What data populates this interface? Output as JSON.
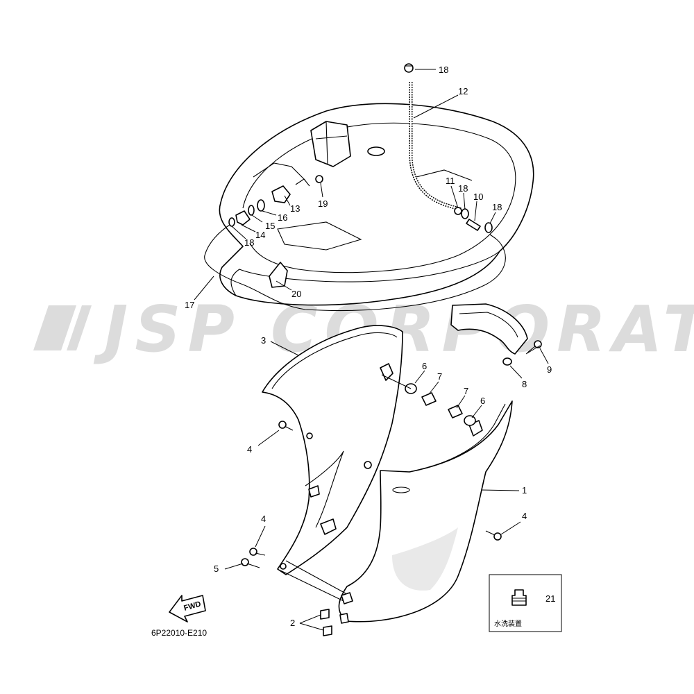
{
  "watermark": "JSP CORPORATION",
  "reference_code": "6P22010-E210",
  "fwd_label": "FWD",
  "legend_box": {
    "part_number": "21",
    "caption": "水洗装置"
  },
  "callouts": {
    "c1": "1",
    "c2": "2",
    "c3": "3",
    "c4a": "4",
    "c4b": "4",
    "c4c": "4",
    "c5": "5",
    "c6a": "6",
    "c6b": "6",
    "c7a": "7",
    "c7b": "7",
    "c8": "8",
    "c9": "9",
    "c10": "10",
    "c11": "11",
    "c12": "12",
    "c13": "13",
    "c14": "14",
    "c15": "15",
    "c16": "16",
    "c17": "17",
    "c18a": "18",
    "c18b": "18",
    "c18c": "18",
    "c18d": "18",
    "c19": "19",
    "c20": "20"
  },
  "colors": {
    "line": "#000000",
    "watermark": "#dcdcdc",
    "background": "#ffffff"
  }
}
